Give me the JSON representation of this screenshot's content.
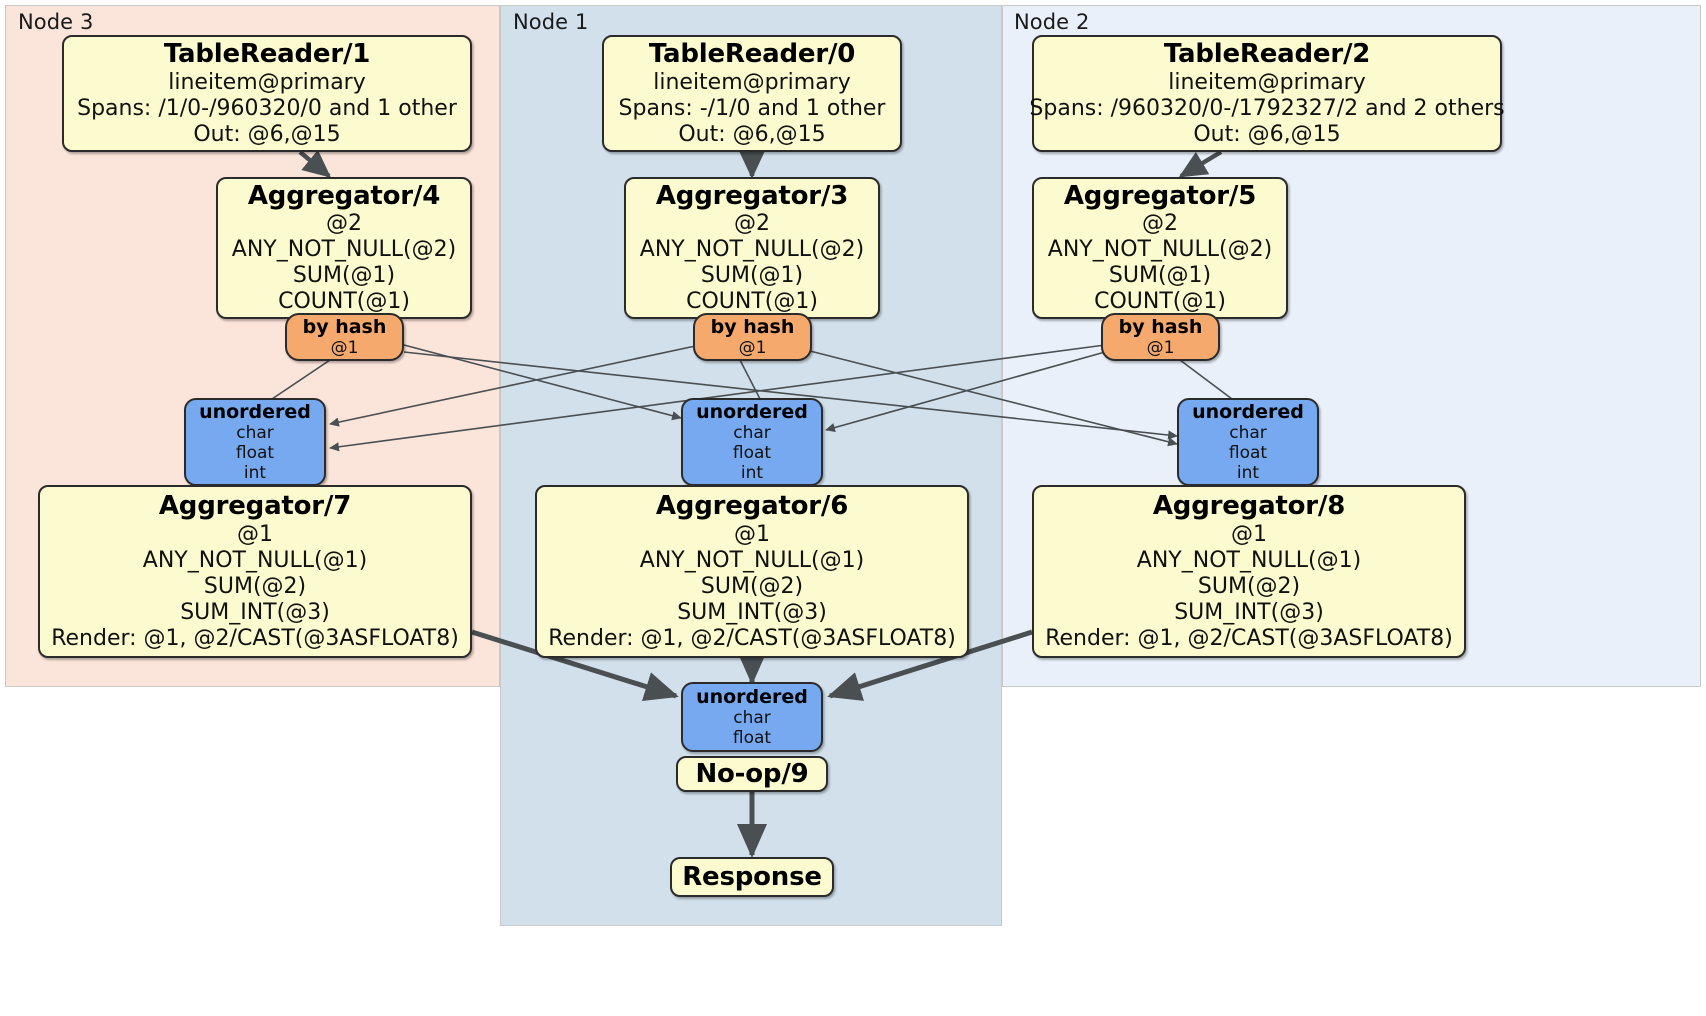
{
  "diagram": {
    "kind": "distributed-query-plan",
    "colors": {
      "node3_bg": "#fbe4da",
      "node1_bg": "#d2e0ec",
      "node2_bg": "#eaf0fa",
      "processor_fill": "#fbfbcf",
      "router_fill": "#f5a96d",
      "synchronizer_fill": "#76a9ef",
      "edge": "#4a4f52",
      "border": "#2b2b2b"
    }
  },
  "clusters": [
    {
      "label": "Node 3"
    },
    {
      "label": "Node 1"
    },
    {
      "label": "Node 2"
    }
  ],
  "readers": [
    {
      "title": "TableReader/1",
      "table": "lineitem@primary",
      "spans": "Spans: /1/0-/960320/0 and 1 other",
      "out": "Out: @6,@15"
    },
    {
      "title": "TableReader/0",
      "table": "lineitem@primary",
      "spans": "Spans: -/1/0 and 1 other",
      "out": "Out: @6,@15"
    },
    {
      "title": "TableReader/2",
      "table": "lineitem@primary",
      "spans": "Spans: /960320/0-/1792327/2 and 2 others",
      "out": "Out: @6,@15"
    }
  ],
  "local_aggregators": [
    {
      "title": "Aggregator/4",
      "group": "@2",
      "agg1": "ANY_NOT_NULL(@2)",
      "agg2": "SUM(@1)",
      "agg3": "COUNT(@1)"
    },
    {
      "title": "Aggregator/3",
      "group": "@2",
      "agg1": "ANY_NOT_NULL(@2)",
      "agg2": "SUM(@1)",
      "agg3": "COUNT(@1)"
    },
    {
      "title": "Aggregator/5",
      "group": "@2",
      "agg1": "ANY_NOT_NULL(@2)",
      "agg2": "SUM(@1)",
      "agg3": "COUNT(@1)"
    }
  ],
  "routers": [
    {
      "title": "by hash",
      "column": "@1"
    },
    {
      "title": "by hash",
      "column": "@1"
    },
    {
      "title": "by hash",
      "column": "@1"
    }
  ],
  "synchronizers": [
    {
      "title": "unordered",
      "type1": "char",
      "type2": "float",
      "type3": "int"
    },
    {
      "title": "unordered",
      "type1": "char",
      "type2": "float",
      "type3": "int"
    },
    {
      "title": "unordered",
      "type1": "char",
      "type2": "float",
      "type3": "int"
    }
  ],
  "final_aggregators": [
    {
      "title": "Aggregator/7",
      "group": "@1",
      "agg1": "ANY_NOT_NULL(@1)",
      "agg2": "SUM(@2)",
      "agg3": "SUM_INT(@3)",
      "render": "Render: @1, @2/CAST(@3ASFLOAT8)"
    },
    {
      "title": "Aggregator/6",
      "group": "@1",
      "agg1": "ANY_NOT_NULL(@1)",
      "agg2": "SUM(@2)",
      "agg3": "SUM_INT(@3)",
      "render": "Render: @1, @2/CAST(@3ASFLOAT8)"
    },
    {
      "title": "Aggregator/8",
      "group": "@1",
      "agg1": "ANY_NOT_NULL(@1)",
      "agg2": "SUM(@2)",
      "agg3": "SUM_INT(@3)",
      "render": "Render: @1, @2/CAST(@3ASFLOAT8)"
    }
  ],
  "final_synchronizer": {
    "title": "unordered",
    "type1": "char",
    "type2": "float"
  },
  "noop": {
    "title": "No-op/9"
  },
  "response": {
    "title": "Response"
  }
}
